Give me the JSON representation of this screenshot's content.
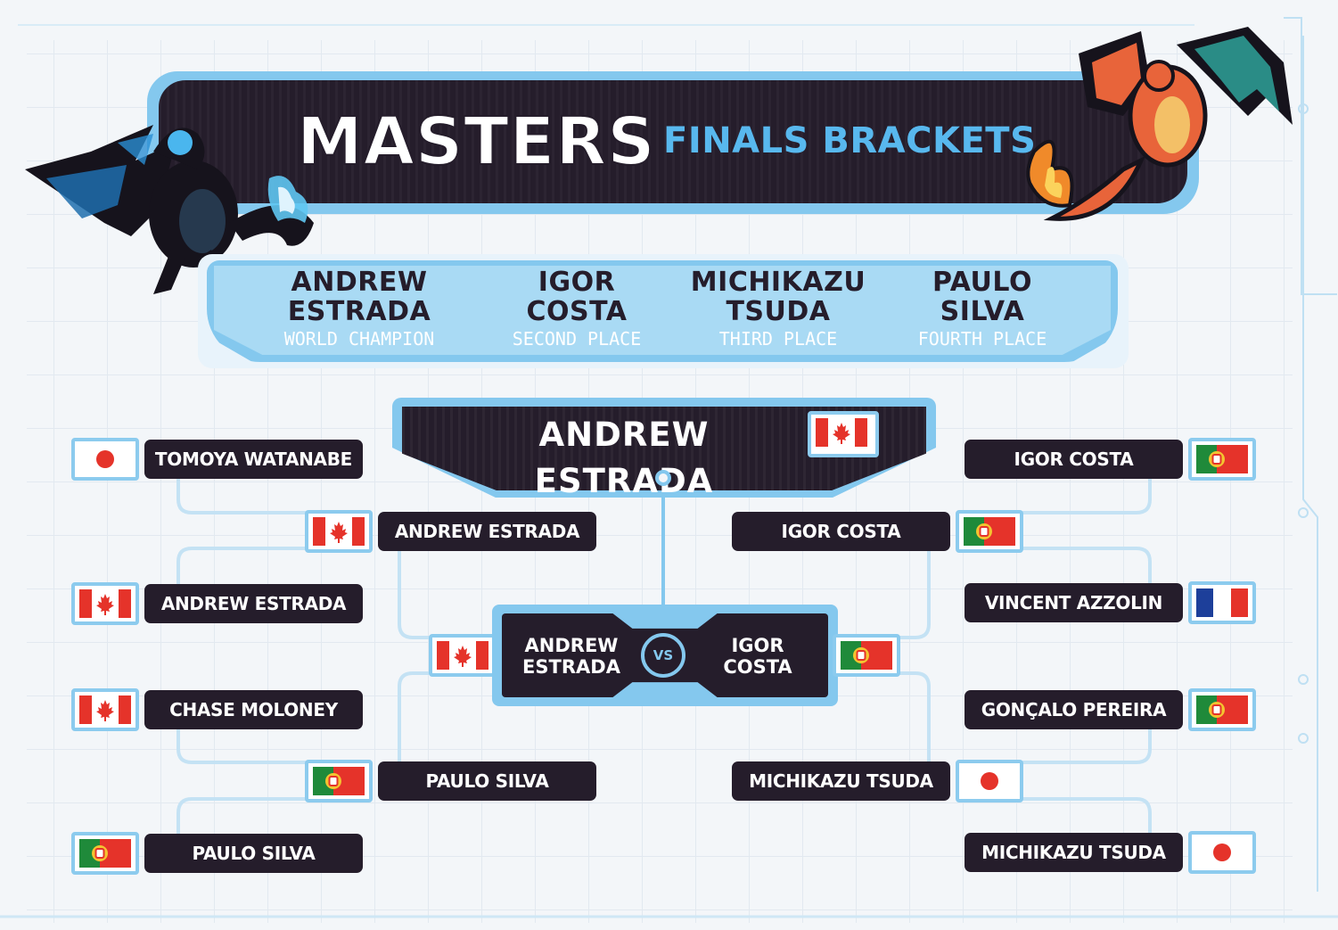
{
  "header": {
    "title_main": "MASTERS",
    "title_sub": "FINALS BRACKETS"
  },
  "standings": [
    {
      "name": "ANDREW\nESTRADA",
      "place": "WORLD CHAMPION"
    },
    {
      "name": "IGOR\nCOSTA",
      "place": "SECOND PLACE"
    },
    {
      "name": "MICHIKAZU\nTSUDA",
      "place": "THIRD PLACE"
    },
    {
      "name": "PAULO\nSILVA",
      "place": "FOURTH PLACE"
    }
  ],
  "champion": {
    "name": "ANDREW ESTRADA",
    "flag": "canada"
  },
  "left_round1": [
    {
      "name": "TOMOYA WATANABE",
      "flag": "japan"
    },
    {
      "name": "ANDREW ESTRADA",
      "flag": "canada"
    },
    {
      "name": "CHASE MOLONEY",
      "flag": "canada"
    },
    {
      "name": "PAULO SILVA",
      "flag": "portugal"
    }
  ],
  "left_semis": [
    {
      "name": "ANDREW ESTRADA",
      "flag": "canada"
    },
    {
      "name": "PAULO SILVA",
      "flag": "portugal"
    }
  ],
  "right_round1": [
    {
      "name": "IGOR COSTA",
      "flag": "portugal"
    },
    {
      "name": "VINCENT AZZOLIN",
      "flag": "france"
    },
    {
      "name": "GONÇALO PEREIRA",
      "flag": "portugal"
    },
    {
      "name": "MICHIKAZU TSUDA",
      "flag": "japan"
    }
  ],
  "right_semis": [
    {
      "name": "IGOR COSTA",
      "flag": "portugal"
    },
    {
      "name": "MICHIKAZU TSUDA",
      "flag": "japan"
    }
  ],
  "final": {
    "left": {
      "name": "ANDREW\nESTRADA",
      "flag": "canada"
    },
    "right": {
      "name": "IGOR\nCOSTA",
      "flag": "portugal"
    },
    "vs_label": "VS"
  },
  "colors": {
    "dark": "#251d2b",
    "accent": "#84c8ee",
    "title_sub": "#58b8ee",
    "panel": "#a9daf4",
    "canada_red": "#e5332a",
    "portugal_green": "#1f8a3a",
    "japan_red": "#e5332a",
    "france_blue": "#1d3f9a"
  },
  "decorations": {
    "left_mascot": "black-dragon-illustration",
    "right_mascot": "orange-dragon-illustration"
  }
}
